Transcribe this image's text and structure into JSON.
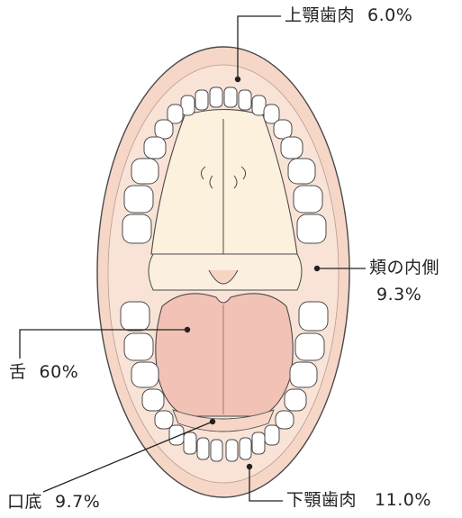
{
  "labels": {
    "upper_gum": {
      "name": "上顎歯肉",
      "value": "6.0%"
    },
    "cheek": {
      "name": "頬の内側",
      "value": "9.3%"
    },
    "tongue": {
      "name": "舌",
      "value": "60%"
    },
    "floor": {
      "name": "口底",
      "value": "9.7%"
    },
    "lower_gum": {
      "name": "下顎歯肉",
      "value": "11.0%"
    }
  },
  "colors": {
    "outer_lip": "#f6d7c7",
    "palate": "#fbf1dc",
    "tongue": "#f1c2b5",
    "teeth": "#ffffff",
    "line": "#4a4a4a"
  }
}
